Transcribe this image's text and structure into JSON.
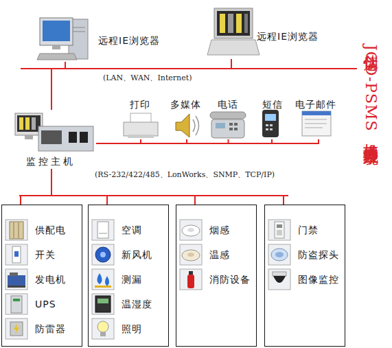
{
  "diagram": {
    "title": "佳创达JCD-PSMS机房动力环境监控系统",
    "nodes": [
      {
        "text": [
          "远程IE浏览器"
        ]
      },
      {
        "text": [
          "远程IE浏览器"
        ]
      },
      {
        "text": [
          "监控主机"
        ]
      },
      {
        "text": [
          "打印"
        ]
      },
      {
        "text": [
          "多媒体"
        ]
      },
      {
        "text": [
          "电话"
        ]
      },
      {
        "text": [
          "短信"
        ]
      },
      {
        "text": [
          "电子邮件"
        ]
      },
      {
        "text": []
      },
      {
        "text": [
          "供配电"
        ],
        "in": 8
      },
      {
        "text": [
          "开关"
        ],
        "in": 8
      },
      {
        "text": [
          "发电机"
        ],
        "in": 8
      },
      {
        "text": [
          "UPS"
        ],
        "in": 8
      },
      {
        "text": [
          "防雷器"
        ],
        "in": 8
      },
      {
        "text": []
      },
      {
        "text": [
          "空调"
        ],
        "in": 14
      },
      {
        "text": [
          "新风机"
        ],
        "in": 14
      },
      {
        "text": [
          "测漏"
        ],
        "in": 14
      },
      {
        "text": [
          "温湿度"
        ],
        "in": 14
      },
      {
        "text": [
          "照明"
        ],
        "in": 14
      },
      {
        "text": []
      },
      {
        "text": [
          "烟感"
        ],
        "in": 20
      },
      {
        "text": [
          "温感"
        ],
        "in": 20
      },
      {
        "text": [
          "消防设备"
        ],
        "in": 20
      },
      {
        "text": []
      },
      {
        "text": [
          "门禁"
        ],
        "in": 24
      },
      {
        "text": [
          "防盗探头"
        ],
        "in": 24
      },
      {
        "text": [
          "图像监控"
        ],
        "in": 24
      }
    ],
    "edges": [
      {
        "from": 0,
        "to": 2,
        "arrow": "none"
      },
      {
        "from": 1,
        "to": 2,
        "arrow": "none"
      },
      {
        "from": 2,
        "to": 3,
        "arrow": "none"
      },
      {
        "from": 2,
        "to": 4,
        "arrow": "none"
      },
      {
        "from": 2,
        "to": 5,
        "arrow": "none"
      },
      {
        "from": 2,
        "to": 6,
        "arrow": "none"
      },
      {
        "from": 2,
        "to": 7,
        "arrow": "none"
      },
      {
        "from": 2,
        "to": 8,
        "arrow": "none"
      },
      {
        "from": 2,
        "to": 14,
        "arrow": "none"
      },
      {
        "from": 2,
        "to": 20,
        "arrow": "none"
      },
      {
        "from": 2,
        "to": 24,
        "arrow": "none"
      }
    ],
    "labels": [
      "(LAN、WAN、Internet)",
      "(RS-232/422/485、LonWorks、SNMP、TCP/IP)"
    ]
  }
}
